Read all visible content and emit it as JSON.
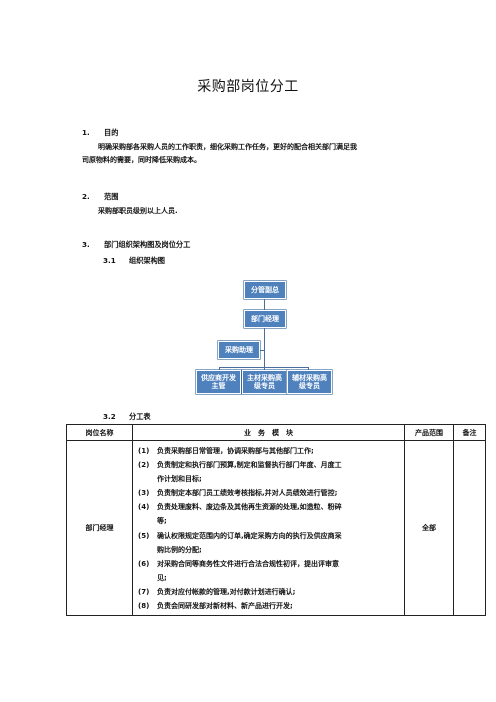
{
  "title": "采购部岗位分工",
  "sections": [
    {
      "num": "1.",
      "heading": "目的",
      "lines": [
        "明确采购部各采购人员的工作职责，细化采购工作任务，更好的配合相关部门满足我",
        "司原物料的需要，同时降低采购成本。"
      ]
    },
    {
      "num": "2.",
      "heading": "范围",
      "lines": [
        "采购部职员级别以上人员."
      ]
    },
    {
      "num": "3.",
      "heading": "部门组织架构图及岗位分工"
    }
  ],
  "sub_31": {
    "num": "3.1",
    "label": "组织架构图"
  },
  "org": {
    "n1": "分管副总",
    "n2": "部门经理",
    "n3": "采购助理",
    "n4a": "供应商开发",
    "n4b": "主管",
    "n5a": "主材采购高",
    "n5b": "级专员",
    "n6a": "辅材采购高",
    "n6b": "级专员"
  },
  "sub_32": {
    "num": "3.2",
    "label": "分工表"
  },
  "table": {
    "headers": {
      "position": "岗位名称",
      "duties": "业　务　模　块",
      "scope": "产品范围",
      "remark": "备注"
    },
    "row": {
      "position": "部门经理",
      "scope": "全部",
      "remark": "",
      "duties": [
        {
          "n": "(1)",
          "lines": [
            "负责采购部日常管理，协调采购部与其他部门工作;"
          ]
        },
        {
          "n": "(2)",
          "lines": [
            "负责制定和执行部门预算,制定和监督执行部门年度、月度工",
            "作计划和目标;"
          ]
        },
        {
          "n": "(3)",
          "lines": [
            "负责制定本部门员工绩效考核指标,并对人员绩效进行管控;"
          ]
        },
        {
          "n": "(4)",
          "lines": [
            "负责处理废料、废边条及其他再生资源的处理,如造粒、粉碎",
            "等;"
          ]
        },
        {
          "n": "(5)",
          "lines": [
            "确认权限规定范围内的订单,确定采购方向的执行及供应商采",
            "购比例的分配;"
          ]
        },
        {
          "n": "(6)",
          "lines": [
            "对采购合同等商务性文件进行合法合规性初评，提出评审意",
            "见;"
          ]
        },
        {
          "n": "(7)",
          "lines": [
            "负责对应付帐款的管理,对付款计划进行确认;"
          ]
        },
        {
          "n": "(8)",
          "lines": [
            "负责会同研发部对新材料、新产品进行开发;"
          ]
        }
      ]
    }
  }
}
